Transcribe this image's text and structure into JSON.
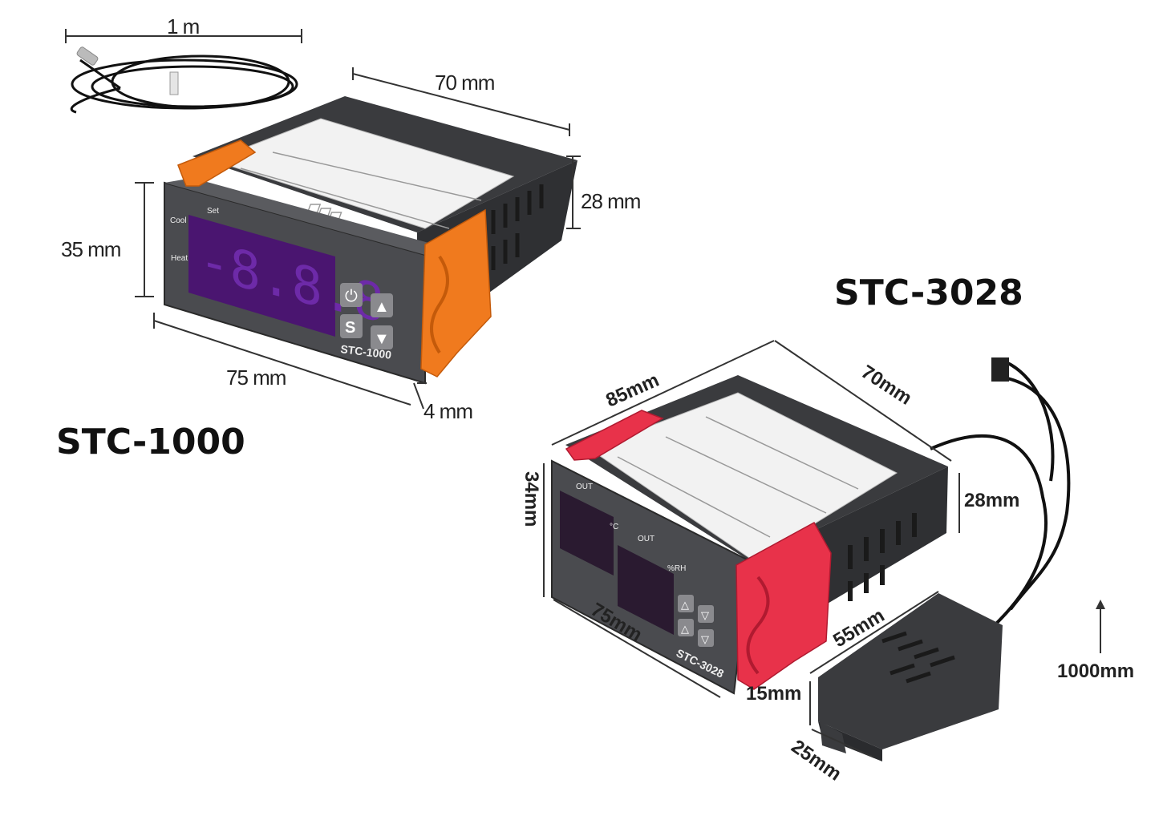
{
  "products": {
    "stc1000": {
      "title": "STC-1000",
      "cable_length": "1 m",
      "depth": "70 mm",
      "body_height": "28 mm",
      "panel_height": "35 mm",
      "panel_width": "75 mm",
      "panel_thickness": "4 mm",
      "panel_labels": {
        "cool": "Cool",
        "set": "Set",
        "heat": "Heat",
        "model": "STC-1000"
      },
      "display": "-8.8.8",
      "button_s": "S"
    },
    "stc3028": {
      "title": "STC-3028",
      "length": "85mm",
      "depth": "70mm",
      "body_height": "28mm",
      "panel_height": "34mm",
      "panel_width": "75mm",
      "probe_length": "55mm",
      "probe_height": "15mm",
      "probe_width": "25mm",
      "cable_length": "1000mm",
      "panel_labels": {
        "out1": "OUT",
        "unit_c": "°C",
        "out2": "OUT",
        "unit_rh": "%RH",
        "model": "STC-3028"
      }
    }
  },
  "colors": {
    "clip_orange": "#f07a1e",
    "clip_red": "#e8324a",
    "housing": "#3a3b3e",
    "display": "#4a1570"
  }
}
